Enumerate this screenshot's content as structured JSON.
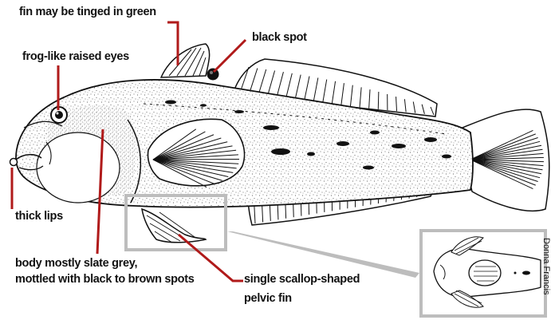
{
  "labels": {
    "fin_tint": "fin may be tinged in green",
    "black_spot": "black spot",
    "eyes": "frog-like raised eyes",
    "lips": "thick lips",
    "body_line1": "body mostly slate grey,",
    "body_line2": "mottled with black to brown spots",
    "pelvic_line1": "single scallop-shaped",
    "pelvic_line2": "pelvic fin"
  },
  "credit": "Donna Francis",
  "colors": {
    "leader": "#b01a1a",
    "outline": "#111111",
    "highlight_box": "#bdbdbd",
    "background": "#ffffff"
  }
}
